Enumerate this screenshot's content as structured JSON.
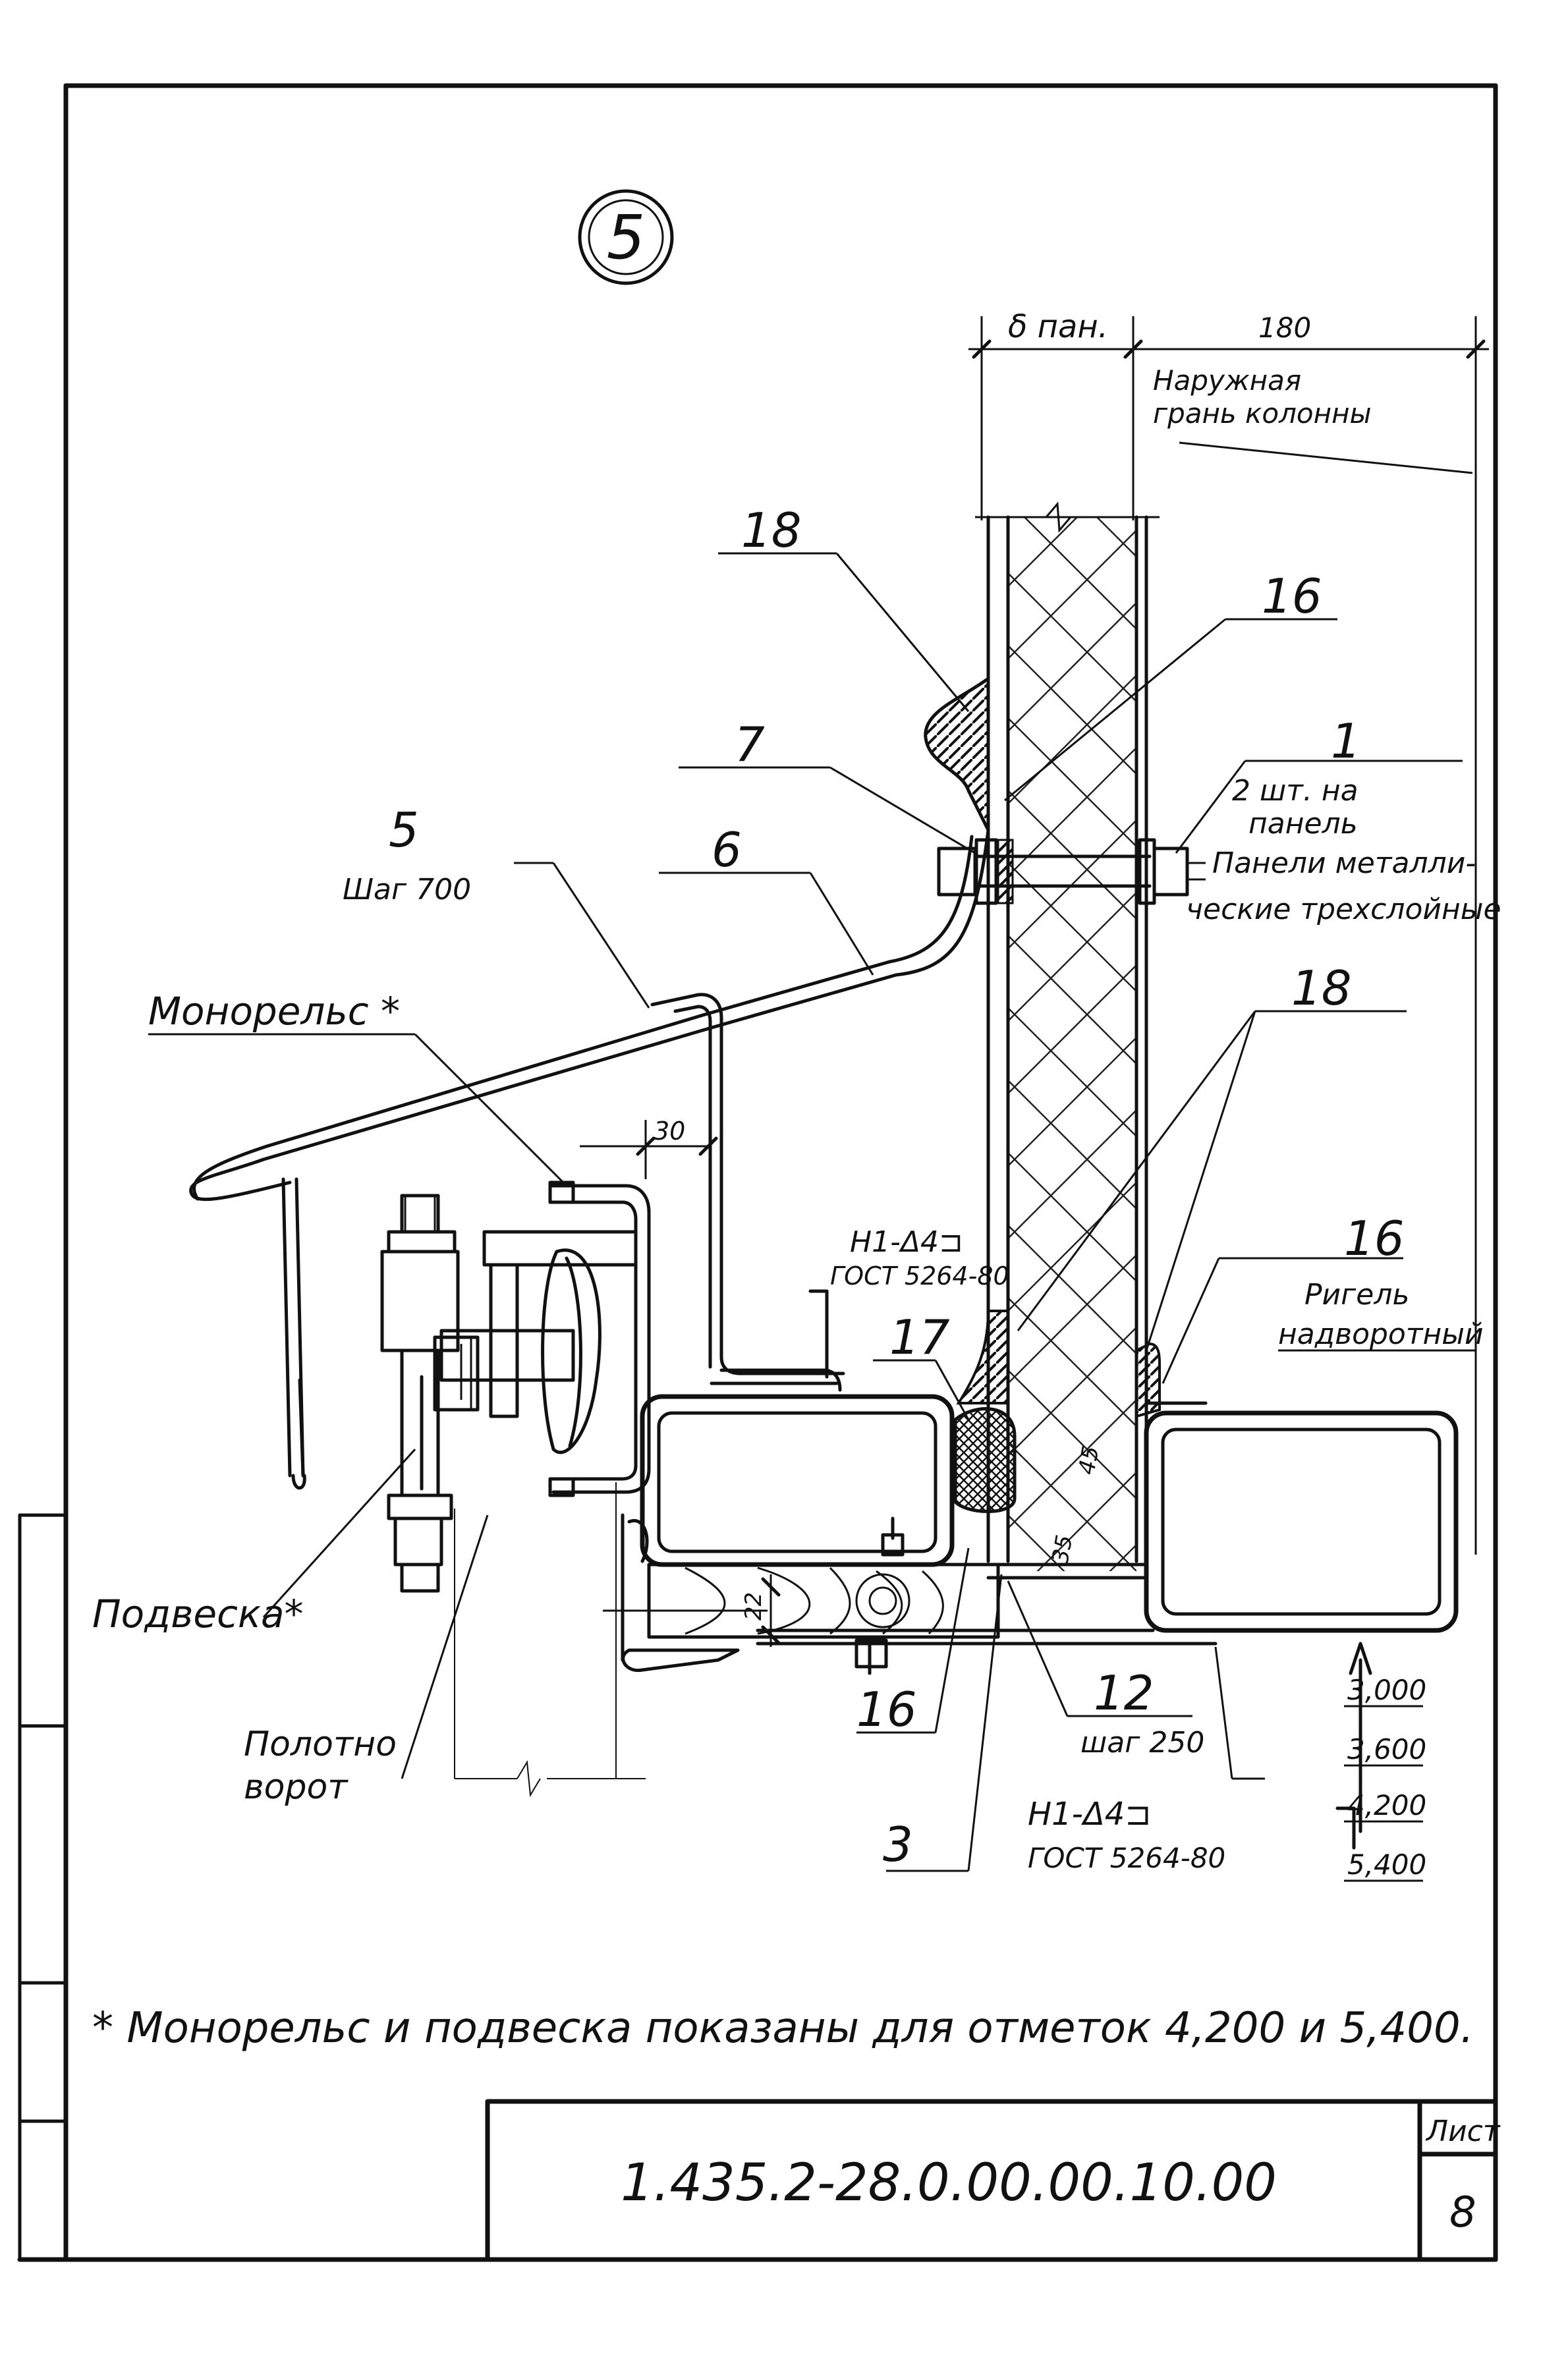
{
  "view_number": "5",
  "dimensions": {
    "panel_thickness": "δ пан.",
    "offset_180": "180",
    "gap_30": "30",
    "dim_22": "22",
    "dim_35": "35",
    "dim_45": "45"
  },
  "labels": {
    "outer_face_line1": "Наружная",
    "outer_face_line2": "грань колонны",
    "pos_18_top": "18",
    "pos_16_top": "16",
    "pos_7": "7",
    "pos_1": "1",
    "pos_1_note_line1": "2 шт. на",
    "pos_1_note_line2": "панель",
    "panels_line1": "Панели металли-",
    "panels_line2": "ческие трехслойные",
    "pos_5": "5",
    "pos_5_step": "Шаг 700",
    "pos_6": "6",
    "monorail": "Монорельс *",
    "pos_18_right": "18",
    "pos_16_right": "16",
    "crossbar_line1": "Ригель",
    "crossbar_line2": "надворотный",
    "weld_top_line1": "Н1-Δ4⊐",
    "weld_top_line2": "ГОСТ 5264-80",
    "pos_17": "17",
    "suspension": "Подвеска*",
    "gate_leaf_line1": "Полотно",
    "gate_leaf_line2": "ворот",
    "pos_16_bottom": "16",
    "pos_12": "12",
    "pos_12_step": "шаг 250",
    "weld_bottom_line1": "Н1-Δ4⊐",
    "weld_bottom_line2": "ГОСТ 5264-80",
    "pos_3": "3"
  },
  "elevations": [
    "3,000",
    "3,600",
    "4,200",
    "5,400"
  ],
  "footnote": "* Монорельс и подвеска показаны для отметок 4,200 и 5,400.",
  "title_block": {
    "document_code": "1.435.2-28.0.00.00.10.00",
    "sheet_label": "Лист",
    "sheet_number": "8"
  }
}
